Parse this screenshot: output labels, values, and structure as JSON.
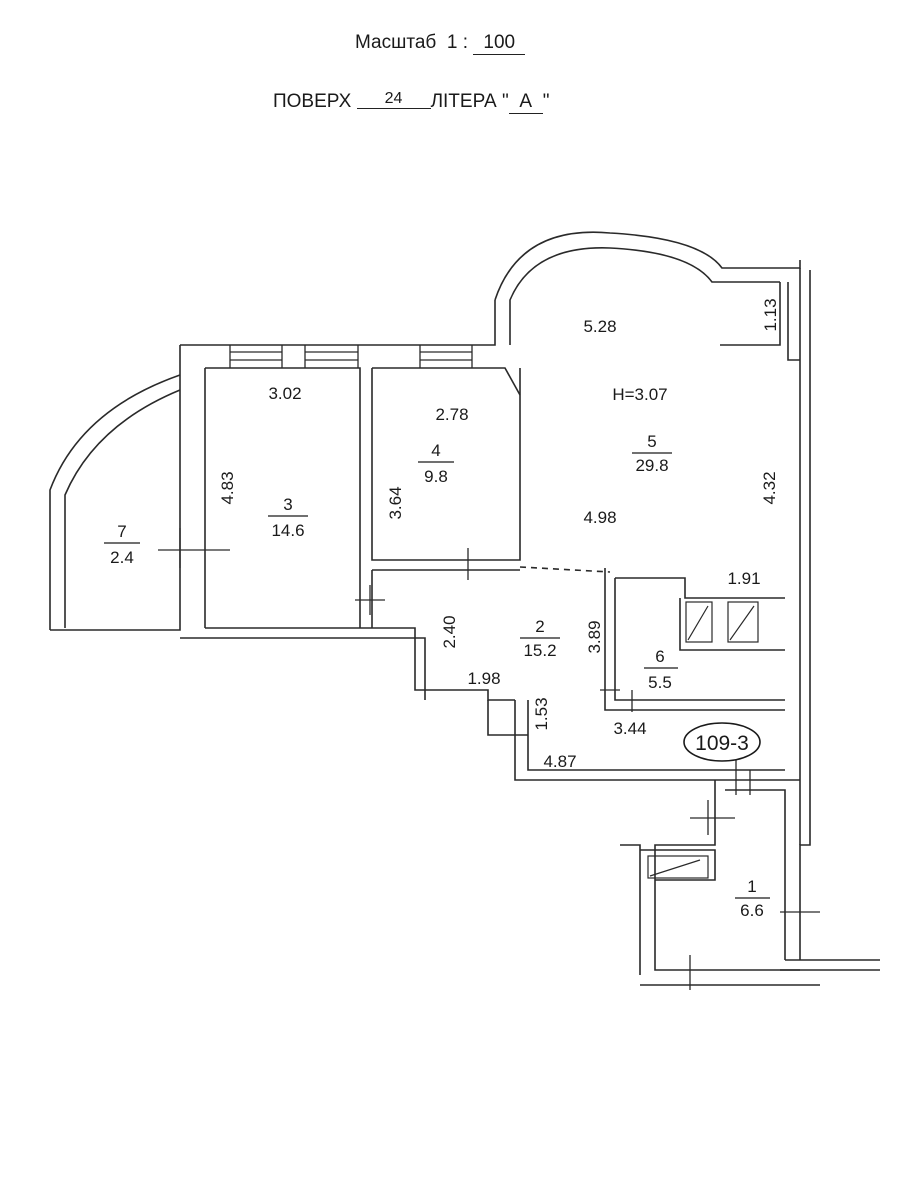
{
  "header": {
    "scale_label": "Масштаб",
    "scale_prefix": "1 :",
    "scale_value": "100",
    "floor_label": "ПОВЕРХ",
    "floor_value": "24",
    "letter_label": "ЛІТЕРА \"",
    "letter_value": "А",
    "letter_close": "\""
  },
  "plan": {
    "apartment_number": "109-3",
    "ceiling_height": "H=3.07",
    "rooms": [
      {
        "number": "1",
        "area": "6.6"
      },
      {
        "number": "2",
        "area": "15.2"
      },
      {
        "number": "3",
        "area": "14.6"
      },
      {
        "number": "4",
        "area": "9.8"
      },
      {
        "number": "5",
        "area": "29.8"
      },
      {
        "number": "6",
        "area": "5.5"
      },
      {
        "number": "7",
        "area": "2.4"
      }
    ],
    "dimensions": [
      "5.28",
      "1.13",
      "3.02",
      "2.78",
      "4.83",
      "3.64",
      "4.32",
      "4.98",
      "1.91",
      "2.40",
      "3.89",
      "1.98",
      "1.53",
      "3.44",
      "4.87"
    ]
  }
}
